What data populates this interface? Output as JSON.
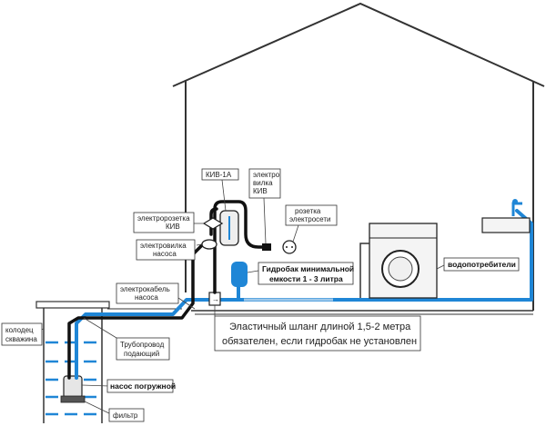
{
  "labels": {
    "kiv": "КИВ-1А",
    "plug_kiv_l1": "электро",
    "plug_kiv_l2": "вилка",
    "plug_kiv_l3": "КИВ",
    "socket_kiv_l1": "электророзетка",
    "socket_kiv_l2": "КИВ",
    "plug_pump_l1": "электровилка",
    "plug_pump_l2": "насоса",
    "mains_socket_l1": "розетка",
    "mains_socket_l2": "электросети",
    "tank_l1": "Гидробак минимальной",
    "tank_l2": "емкости 1 - 3 литра",
    "consumers": "водопотребители",
    "pump_cable_l1": "электрокабель",
    "pump_cable_l2": "насоса",
    "well_l1": "колодец",
    "well_l2": "скважина",
    "supply_pipe_l1": "Трубопровод",
    "supply_pipe_l2": "подающий",
    "pump": "насос погружной",
    "filter": "фильтр",
    "hose_note_l1": "Эластичный шланг длиной 1,5-2 метра",
    "hose_note_l2": "обязателен, если гидробак не установлен"
  },
  "colors": {
    "pipe": "#1f86d6",
    "hose": "#9ec8ea",
    "cable": "#111111",
    "line": "#333333"
  }
}
